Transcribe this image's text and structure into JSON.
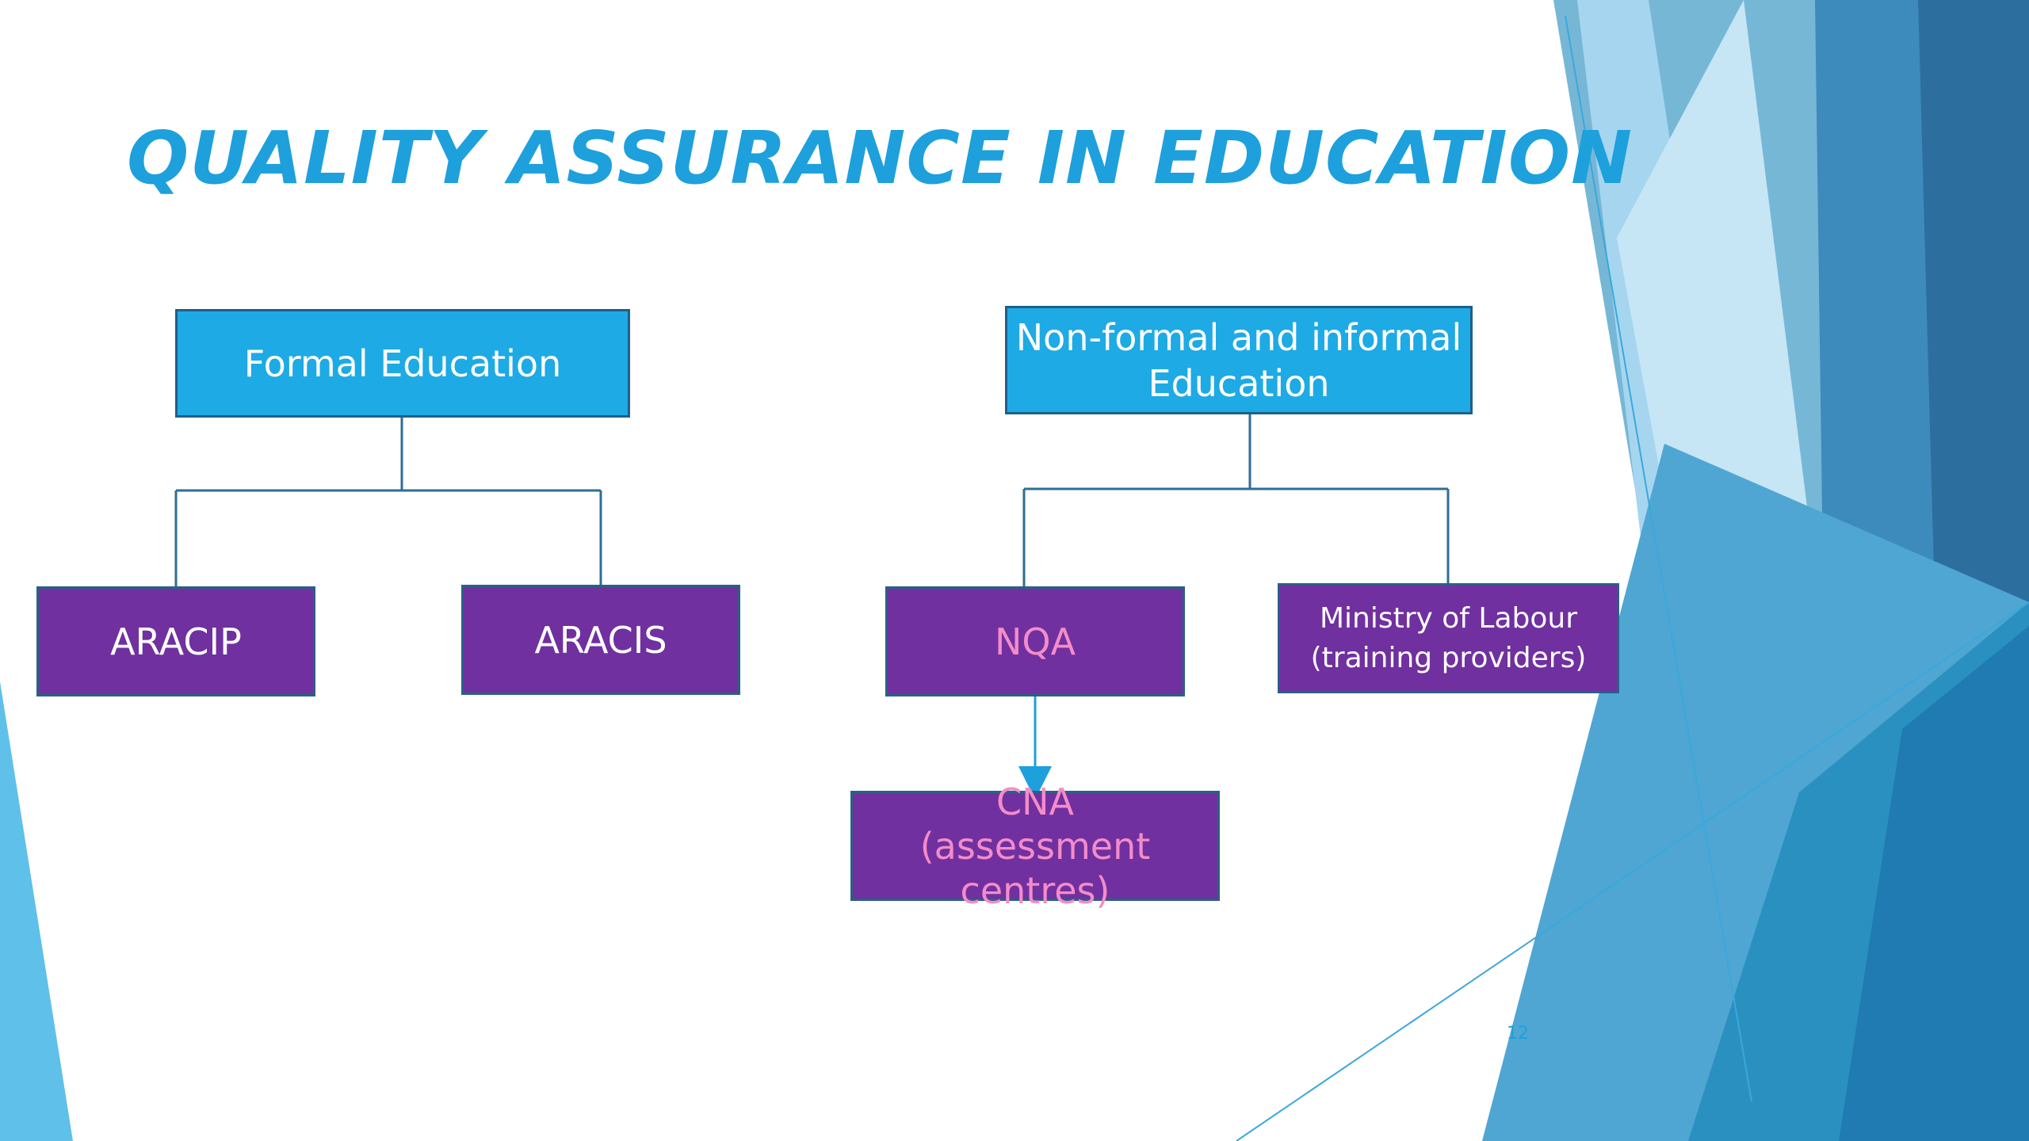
{
  "slide": {
    "title": "QUALITY ASSURANCE IN EDUCATION",
    "page_number": "12"
  },
  "colors": {
    "title": "#1ea0dc",
    "blue_box": "#1eaae4",
    "purple_box": "#7030a0",
    "pink_text": "#f48cc8",
    "connector": "#2e6e96",
    "arrow": "#1ea0dc"
  },
  "diagram": {
    "formal": {
      "label": "Formal Education",
      "children": {
        "aracip": "ARACIP",
        "aracis": "ARACIS"
      }
    },
    "nonformal": {
      "label_line1": "Non-formal and informal",
      "label_line2": "Education",
      "children": {
        "nqa": "NQA",
        "ministry_line1": "Ministry of Labour",
        "ministry_line2": "(training providers)"
      }
    },
    "cna": {
      "line1": "CNA",
      "line2": "(assessment centres)"
    }
  }
}
